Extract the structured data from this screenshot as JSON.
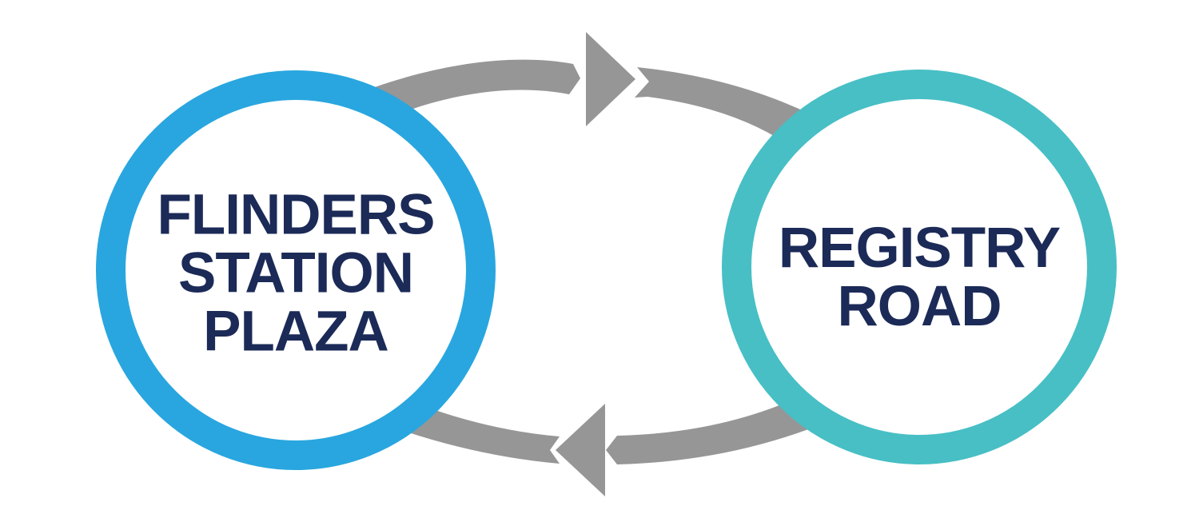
{
  "page": {
    "background_color": "#FFFFFF"
  },
  "diagram": {
    "type": "two-node-cycle",
    "nodes": [
      {
        "id": "flinders-station-plaza",
        "lines": [
          "FLINDERS",
          "STATION",
          "PLAZA"
        ],
        "border_color": "#29A6DF",
        "fill_color": "#FFFFFF",
        "text_color": "#1B2A57"
      },
      {
        "id": "registry-road",
        "lines": [
          "REGISTRY",
          "ROAD"
        ],
        "border_color": "#47BFC5",
        "fill_color": "#FFFFFF",
        "text_color": "#1B2A57"
      }
    ],
    "arrows": [
      {
        "id": "top-arrow",
        "from": "flinders-station-plaza",
        "to": "registry-road",
        "direction": "right",
        "color": "#969696"
      },
      {
        "id": "bottom-arrow",
        "from": "registry-road",
        "to": "flinders-station-plaza",
        "direction": "left",
        "color": "#969696"
      }
    ]
  }
}
